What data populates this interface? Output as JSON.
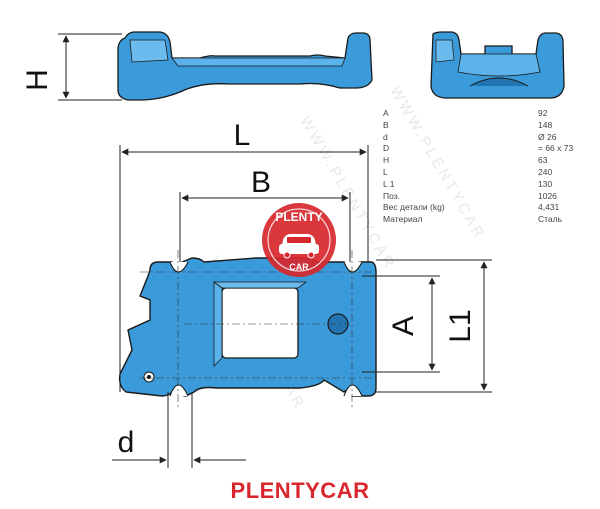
{
  "dimension_labels": {
    "h": "H",
    "l": "L",
    "b": "B",
    "a": "A",
    "l1": "L1",
    "d": "d"
  },
  "specs": [
    {
      "key": "A",
      "value": "92"
    },
    {
      "key": "B",
      "value": "148"
    },
    {
      "key": "d",
      "value": "Ø 26"
    },
    {
      "key": "D",
      "value": "= 66 x 73"
    },
    {
      "key": "H",
      "value": "63"
    },
    {
      "key": "L",
      "value": "240"
    },
    {
      "key": "L 1",
      "value": "130"
    },
    {
      "key": "Поз.",
      "value": "1026"
    },
    {
      "key": "Вес детали (kg)",
      "value": "4,431"
    },
    {
      "key": "Материал",
      "value": "Сталь"
    }
  ],
  "logo": {
    "top_text": "PLENTY",
    "bottom_text": "CAR",
    "color": "#d8272d"
  },
  "watermark": "WWW.PLENTYCAR",
  "brand_caption": "PLENTYCAR",
  "colors": {
    "part_fill": "#3b9ad9",
    "part_dark": "#2274b0",
    "outline": "#1a1a1a",
    "dimension_line": "#222222"
  }
}
